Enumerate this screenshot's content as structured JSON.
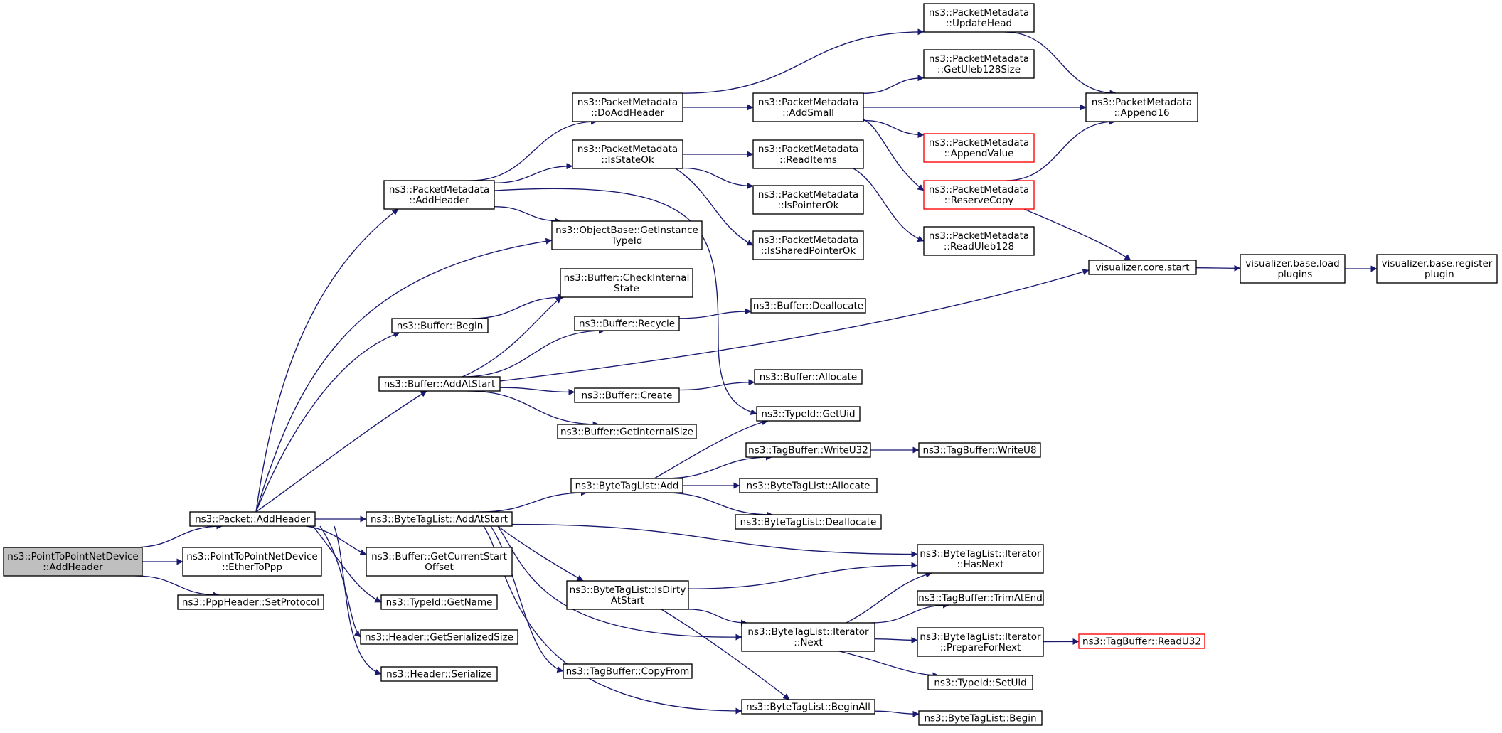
{
  "colors": {
    "edge": "#191970",
    "node_border": "#000000",
    "root_fill": "#bfbfbf",
    "truncated_border": "#ff0000",
    "node_fill": "#ffffff"
  },
  "nodes": [
    {
      "id": "n_p2p_addheader",
      "lines": [
        "ns3::PointToPointNetDevice",
        "::AddHeader"
      ],
      "style": "root"
    },
    {
      "id": "n_packet_addheader",
      "lines": [
        "ns3::Packet::AddHeader"
      ],
      "style": "normal"
    },
    {
      "id": "n_p2p_ethertoppp",
      "lines": [
        "ns3::PointToPointNetDevice",
        "::EtherToPpp"
      ],
      "style": "normal"
    },
    {
      "id": "n_pppheader_setprotocol",
      "lines": [
        "ns3::PppHeader::SetProtocol"
      ],
      "style": "normal"
    },
    {
      "id": "n_pm_addheader",
      "lines": [
        "ns3::PacketMetadata",
        "::AddHeader"
      ],
      "style": "normal"
    },
    {
      "id": "n_buffer_begin",
      "lines": [
        "ns3::Buffer::Begin"
      ],
      "style": "normal"
    },
    {
      "id": "n_buffer_addatstart",
      "lines": [
        "ns3::Buffer::AddAtStart"
      ],
      "style": "normal"
    },
    {
      "id": "n_btl_addatstart",
      "lines": [
        "ns3::ByteTagList::AddAtStart"
      ],
      "style": "normal"
    },
    {
      "id": "n_buffer_getcurrentstartoffset",
      "lines": [
        "ns3::Buffer::GetCurrentStart",
        "Offset"
      ],
      "style": "normal"
    },
    {
      "id": "n_typeid_getname",
      "lines": [
        "ns3::TypeId::GetName"
      ],
      "style": "normal"
    },
    {
      "id": "n_header_getserializedsize",
      "lines": [
        "ns3::Header::GetSerializedSize"
      ],
      "style": "normal"
    },
    {
      "id": "n_header_serialize",
      "lines": [
        "ns3::Header::Serialize"
      ],
      "style": "normal"
    },
    {
      "id": "n_pm_doaddheader",
      "lines": [
        "ns3::PacketMetadata",
        "::DoAddHeader"
      ],
      "style": "normal"
    },
    {
      "id": "n_pm_isstateok",
      "lines": [
        "ns3::PacketMetadata",
        "::IsStateOk"
      ],
      "style": "normal"
    },
    {
      "id": "n_objectbase_getinstancetypeid",
      "lines": [
        "ns3::ObjectBase::GetInstance",
        "TypeId"
      ],
      "style": "normal"
    },
    {
      "id": "n_buffer_checkinternalstate",
      "lines": [
        "ns3::Buffer::CheckInternal",
        "State"
      ],
      "style": "normal"
    },
    {
      "id": "n_buffer_recycle",
      "lines": [
        "ns3::Buffer::Recycle"
      ],
      "style": "normal"
    },
    {
      "id": "n_buffer_create",
      "lines": [
        "ns3::Buffer::Create"
      ],
      "style": "normal"
    },
    {
      "id": "n_buffer_getinternalsize",
      "lines": [
        "ns3::Buffer::GetInternalSize"
      ],
      "style": "normal"
    },
    {
      "id": "n_btl_add",
      "lines": [
        "ns3::ByteTagList::Add"
      ],
      "style": "normal"
    },
    {
      "id": "n_btl_isdirtyatstart",
      "lines": [
        "ns3::ByteTagList::IsDirty",
        "AtStart"
      ],
      "style": "normal"
    },
    {
      "id": "n_tagbuffer_copyfrom",
      "lines": [
        "ns3::TagBuffer::CopyFrom"
      ],
      "style": "normal"
    },
    {
      "id": "n_pm_updatehead",
      "lines": [
        "ns3::PacketMetadata",
        "::UpdateHead"
      ],
      "style": "normal"
    },
    {
      "id": "n_pm_addsmall",
      "lines": [
        "ns3::PacketMetadata",
        "::AddSmall"
      ],
      "style": "normal"
    },
    {
      "id": "n_pm_readitems",
      "lines": [
        "ns3::PacketMetadata",
        "::ReadItems"
      ],
      "style": "normal"
    },
    {
      "id": "n_pm_ispointerok",
      "lines": [
        "ns3::PacketMetadata",
        "::IsPointerOk"
      ],
      "style": "normal"
    },
    {
      "id": "n_pm_issharedpointerok",
      "lines": [
        "ns3::PacketMetadata",
        "::IsSharedPointerOk"
      ],
      "style": "normal"
    },
    {
      "id": "n_buffer_deallocate",
      "lines": [
        "ns3::Buffer::Deallocate"
      ],
      "style": "normal"
    },
    {
      "id": "n_buffer_allocate",
      "lines": [
        "ns3::Buffer::Allocate"
      ],
      "style": "normal"
    },
    {
      "id": "n_typeid_getuid",
      "lines": [
        "ns3::TypeId::GetUid"
      ],
      "style": "normal"
    },
    {
      "id": "n_tagbuffer_writeu32",
      "lines": [
        "ns3::TagBuffer::WriteU32"
      ],
      "style": "normal"
    },
    {
      "id": "n_btl_allocate",
      "lines": [
        "ns3::ByteTagList::Allocate"
      ],
      "style": "normal"
    },
    {
      "id": "n_btl_deallocate",
      "lines": [
        "ns3::ByteTagList::Deallocate"
      ],
      "style": "normal"
    },
    {
      "id": "n_btl_iterator_next",
      "lines": [
        "ns3::ByteTagList::Iterator",
        "::Next"
      ],
      "style": "normal"
    },
    {
      "id": "n_btl_beginall",
      "lines": [
        "ns3::ByteTagList::BeginAll"
      ],
      "style": "normal"
    },
    {
      "id": "n_pm_getuleb128size",
      "lines": [
        "ns3::PacketMetadata",
        "::GetUleb128Size"
      ],
      "style": "normal"
    },
    {
      "id": "n_pm_appendvalue",
      "lines": [
        "ns3::PacketMetadata",
        "::AppendValue"
      ],
      "style": "truncated"
    },
    {
      "id": "n_pm_reservecopy",
      "lines": [
        "ns3::PacketMetadata",
        "::ReserveCopy"
      ],
      "style": "truncated"
    },
    {
      "id": "n_pm_readuleb128",
      "lines": [
        "ns3::PacketMetadata",
        "::ReadUleb128"
      ],
      "style": "normal"
    },
    {
      "id": "n_tagbuffer_writeu8",
      "lines": [
        "ns3::TagBuffer::WriteU8"
      ],
      "style": "normal"
    },
    {
      "id": "n_btl_iterator_hasnext",
      "lines": [
        "ns3::ByteTagList::Iterator",
        "::HasNext"
      ],
      "style": "normal"
    },
    {
      "id": "n_tagbuffer_trimatend",
      "lines": [
        "ns3::TagBuffer::TrimAtEnd"
      ],
      "style": "normal"
    },
    {
      "id": "n_btl_iterator_preparefornext",
      "lines": [
        "ns3::ByteTagList::Iterator",
        "::PrepareForNext"
      ],
      "style": "normal"
    },
    {
      "id": "n_typeid_setuid",
      "lines": [
        "ns3::TypeId::SetUid"
      ],
      "style": "normal"
    },
    {
      "id": "n_btl_begin",
      "lines": [
        "ns3::ByteTagList::Begin"
      ],
      "style": "normal"
    },
    {
      "id": "n_pm_append16",
      "lines": [
        "ns3::PacketMetadata",
        "::Append16"
      ],
      "style": "normal"
    },
    {
      "id": "n_visualizer_core_start",
      "lines": [
        "visualizer.core.start"
      ],
      "style": "normal"
    },
    {
      "id": "n_tagbuffer_readu32",
      "lines": [
        "ns3::TagBuffer::ReadU32"
      ],
      "style": "truncated"
    },
    {
      "id": "n_visualizer_base_loadplugins",
      "lines": [
        "visualizer.base.load",
        "_plugins"
      ],
      "style": "normal"
    },
    {
      "id": "n_visualizer_base_registerplugin",
      "lines": [
        "visualizer.base.register",
        "_plugin"
      ],
      "style": "normal"
    }
  ],
  "edges": [
    [
      "n_p2p_addheader",
      "n_packet_addheader"
    ],
    [
      "n_p2p_addheader",
      "n_p2p_ethertoppp"
    ],
    [
      "n_p2p_addheader",
      "n_pppheader_setprotocol"
    ],
    [
      "n_packet_addheader",
      "n_pm_addheader"
    ],
    [
      "n_packet_addheader",
      "n_objectbase_getinstancetypeid"
    ],
    [
      "n_packet_addheader",
      "n_buffer_begin"
    ],
    [
      "n_packet_addheader",
      "n_buffer_addatstart"
    ],
    [
      "n_packet_addheader",
      "n_btl_addatstart"
    ],
    [
      "n_packet_addheader",
      "n_buffer_getcurrentstartoffset"
    ],
    [
      "n_packet_addheader",
      "n_typeid_getname"
    ],
    [
      "n_packet_addheader",
      "n_header_getserializedsize"
    ],
    [
      "n_packet_addheader",
      "n_header_serialize"
    ],
    [
      "n_pm_addheader",
      "n_pm_doaddheader"
    ],
    [
      "n_pm_addheader",
      "n_pm_isstateok"
    ],
    [
      "n_pm_addheader",
      "n_objectbase_getinstancetypeid"
    ],
    [
      "n_pm_addheader",
      "n_typeid_getuid"
    ],
    [
      "n_pm_doaddheader",
      "n_pm_updatehead"
    ],
    [
      "n_pm_doaddheader",
      "n_pm_addsmall"
    ],
    [
      "n_pm_updatehead",
      "n_pm_append16"
    ],
    [
      "n_pm_addsmall",
      "n_pm_getuleb128size"
    ],
    [
      "n_pm_addsmall",
      "n_pm_append16"
    ],
    [
      "n_pm_addsmall",
      "n_pm_appendvalue"
    ],
    [
      "n_pm_addsmall",
      "n_pm_reservecopy"
    ],
    [
      "n_pm_reservecopy",
      "n_pm_append16"
    ],
    [
      "n_pm_reservecopy",
      "n_visualizer_core_start"
    ],
    [
      "n_pm_isstateok",
      "n_pm_readitems"
    ],
    [
      "n_pm_isstateok",
      "n_pm_ispointerok"
    ],
    [
      "n_pm_isstateok",
      "n_pm_issharedpointerok"
    ],
    [
      "n_pm_readitems",
      "n_pm_readuleb128"
    ],
    [
      "n_buffer_begin",
      "n_buffer_checkinternalstate"
    ],
    [
      "n_buffer_addatstart",
      "n_buffer_checkinternalstate"
    ],
    [
      "n_buffer_addatstart",
      "n_buffer_recycle"
    ],
    [
      "n_buffer_addatstart",
      "n_buffer_create"
    ],
    [
      "n_buffer_addatstart",
      "n_buffer_getinternalsize"
    ],
    [
      "n_buffer_addatstart",
      "n_visualizer_core_start"
    ],
    [
      "n_buffer_recycle",
      "n_buffer_deallocate"
    ],
    [
      "n_buffer_create",
      "n_buffer_allocate"
    ],
    [
      "n_visualizer_core_start",
      "n_visualizer_base_loadplugins"
    ],
    [
      "n_visualizer_base_loadplugins",
      "n_visualizer_base_registerplugin"
    ],
    [
      "n_btl_addatstart",
      "n_btl_add"
    ],
    [
      "n_btl_addatstart",
      "n_btl_iterator_hasnext"
    ],
    [
      "n_btl_addatstart",
      "n_btl_isdirtyatstart"
    ],
    [
      "n_btl_addatstart",
      "n_btl_iterator_next"
    ],
    [
      "n_btl_addatstart",
      "n_tagbuffer_copyfrom"
    ],
    [
      "n_btl_addatstart",
      "n_btl_beginall"
    ],
    [
      "n_btl_add",
      "n_typeid_getuid"
    ],
    [
      "n_btl_add",
      "n_tagbuffer_writeu32"
    ],
    [
      "n_btl_add",
      "n_btl_allocate"
    ],
    [
      "n_btl_add",
      "n_btl_deallocate"
    ],
    [
      "n_tagbuffer_writeu32",
      "n_tagbuffer_writeu8"
    ],
    [
      "n_btl_isdirtyatstart",
      "n_btl_iterator_hasnext"
    ],
    [
      "n_btl_isdirtyatstart",
      "n_btl_iterator_next"
    ],
    [
      "n_btl_isdirtyatstart",
      "n_btl_beginall"
    ],
    [
      "n_btl_iterator_next",
      "n_btl_iterator_hasnext"
    ],
    [
      "n_btl_iterator_next",
      "n_tagbuffer_trimatend"
    ],
    [
      "n_btl_iterator_next",
      "n_btl_iterator_preparefornext"
    ],
    [
      "n_btl_iterator_next",
      "n_typeid_setuid"
    ],
    [
      "n_btl_iterator_preparefornext",
      "n_tagbuffer_readu32"
    ],
    [
      "n_btl_beginall",
      "n_btl_begin"
    ]
  ]
}
